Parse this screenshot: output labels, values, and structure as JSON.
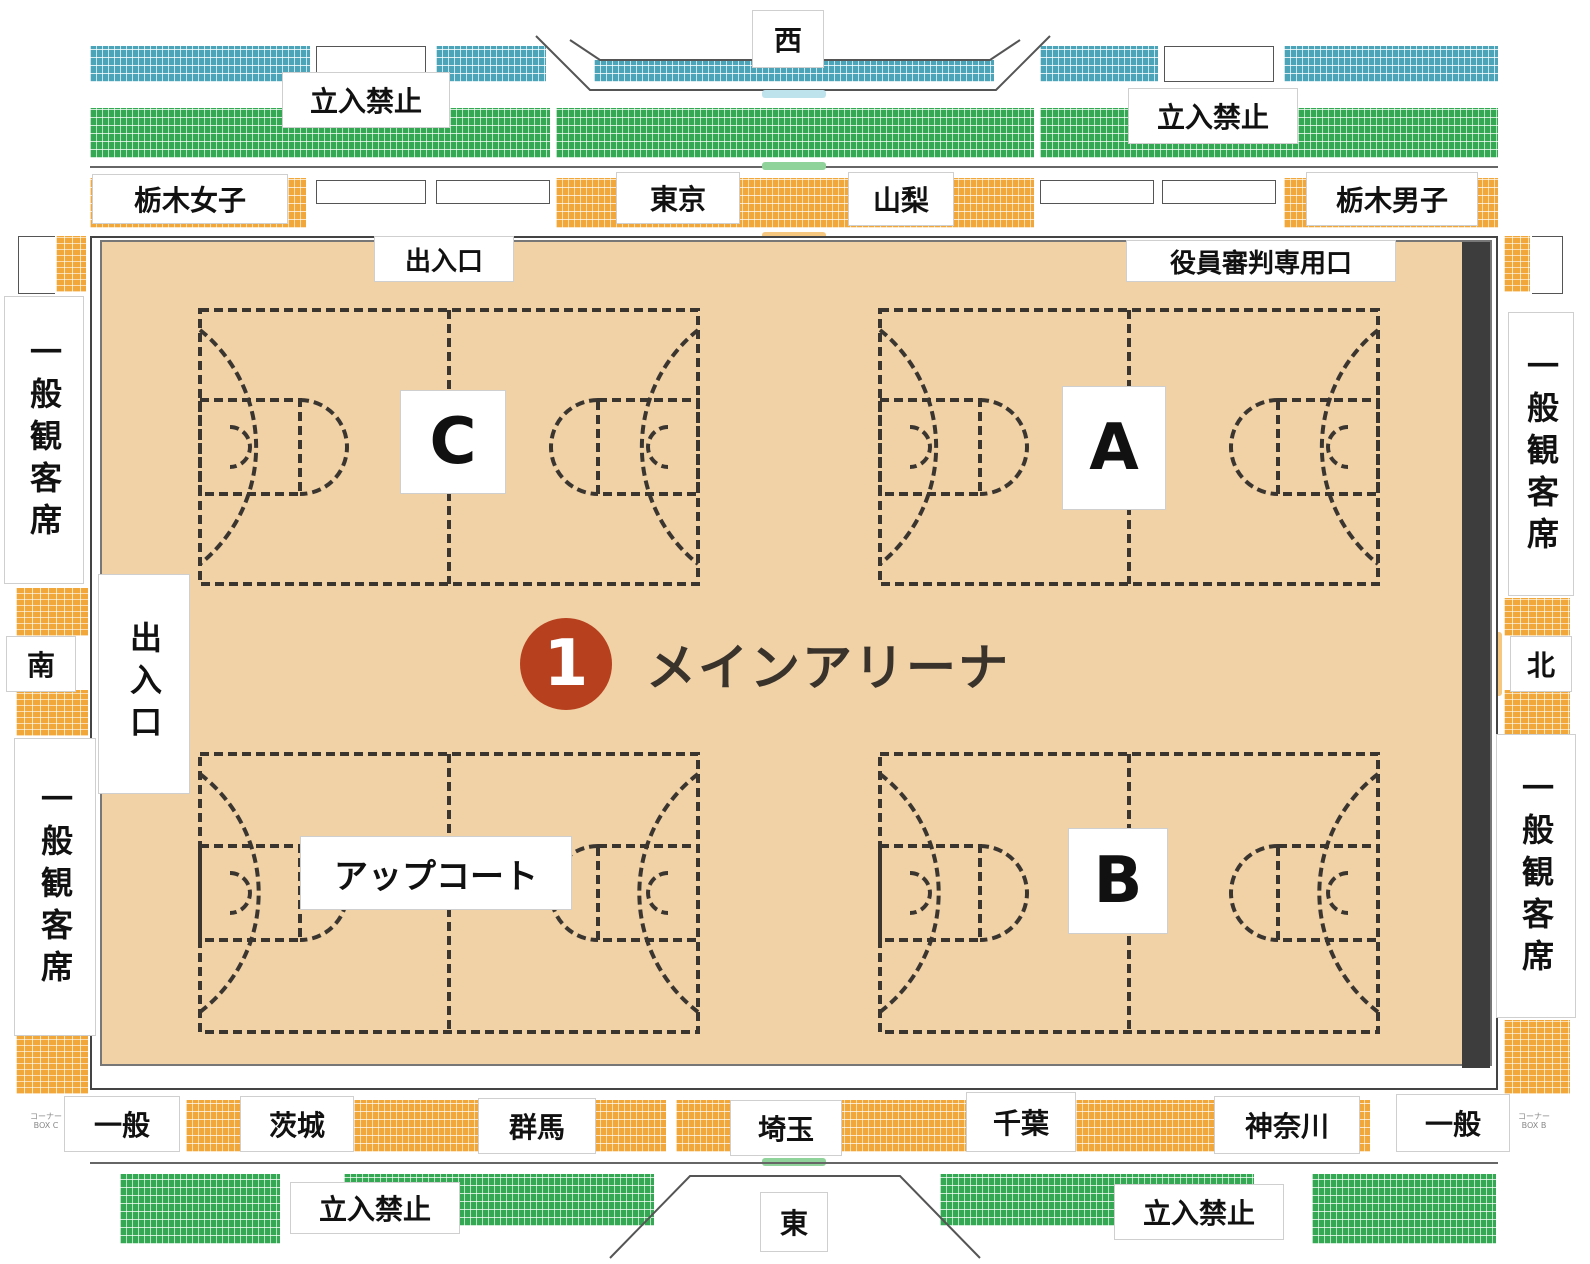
{
  "compass": {
    "west": "西",
    "east": "東",
    "south": "南",
    "north": "北"
  },
  "restricted": {
    "top_left": "立入禁止",
    "top_right": "立入禁止",
    "bottom_left": "立入禁止",
    "bottom_right": "立入禁止"
  },
  "team_areas_top": {
    "tochigi_women": "栃木女子",
    "tokyo": "東京",
    "yamanashi": "山梨",
    "tochigi_men": "栃木男子"
  },
  "team_areas_bottom": {
    "general_left": "一般",
    "ibaraki": "茨城",
    "gunma": "群馬",
    "saitama": "埼玉",
    "chiba": "千葉",
    "kanagawa": "神奈川",
    "general_right": "一般"
  },
  "entrances": {
    "top_entrance": "出入口",
    "officials_entrance": "役員審判専用口",
    "side_entrance": "出入口"
  },
  "spectator_seating": {
    "left_upper": "一般観客席",
    "left_lower": "一般観客席",
    "right_upper": "一般観客席",
    "right_lower": "一般観客席"
  },
  "courts": {
    "a": "A",
    "b": "B",
    "c": "C",
    "warmup": "アップコート"
  },
  "arena": {
    "number": "1",
    "name": "メインアリーナ"
  },
  "corner_boxes": {
    "left": "コーナー BOX C",
    "right": "コーナー BOX B"
  },
  "colors": {
    "seat_green": "#34a853",
    "seat_teal": "#4ba4b7",
    "seat_orange": "#f2a73b",
    "floor": "#f0d2a6",
    "arena_badge": "#b7411f"
  }
}
